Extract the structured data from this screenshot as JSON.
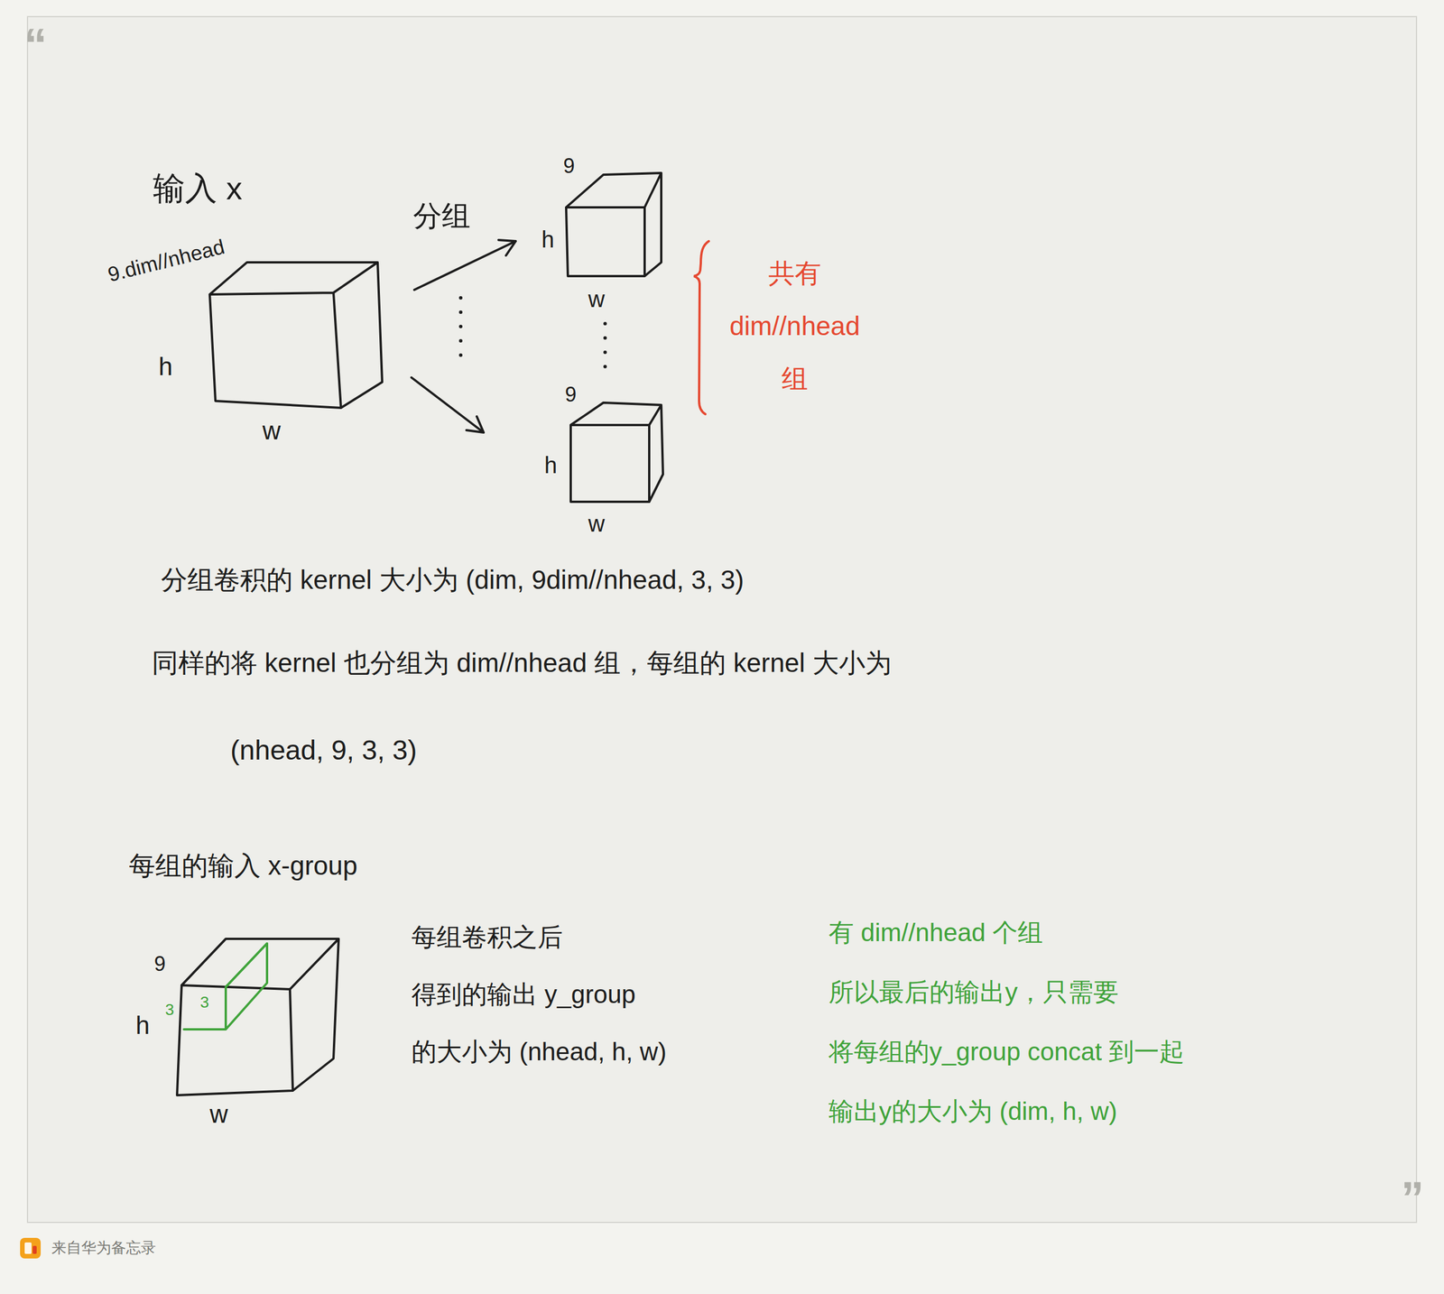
{
  "diagram": {
    "labels": [
      "“",
      "输入 x",
      "分组",
      "9",
      "9.dim//nhead",
      "h",
      "共有 dim//nhead 组",
      "h",
      "w",
      "w",
      "9",
      "h",
      "w",
      "分组卷积的 kernel 大小为 (dim, 9dim//nhead, 3, 3)",
      "同样的将 kernel 也分组为 dim//nhead 组，每组的 kernel 大小为",
      "(nhead, 9, 3, 3)",
      "每组的输入 x-group",
      "每组卷积之后 得到的输出 y_group 的大小为 (nhead, h, w)",
      "有 dim//nhead 个组 所以最后的输出y，只需要 将每组的y_group concat 到一起 输出y的大小为 (dim, h, w)",
      "9",
      "3",
      "3",
      "h",
      "w",
      "”",
      "来自华为备忘录"
    ]
  }
}
